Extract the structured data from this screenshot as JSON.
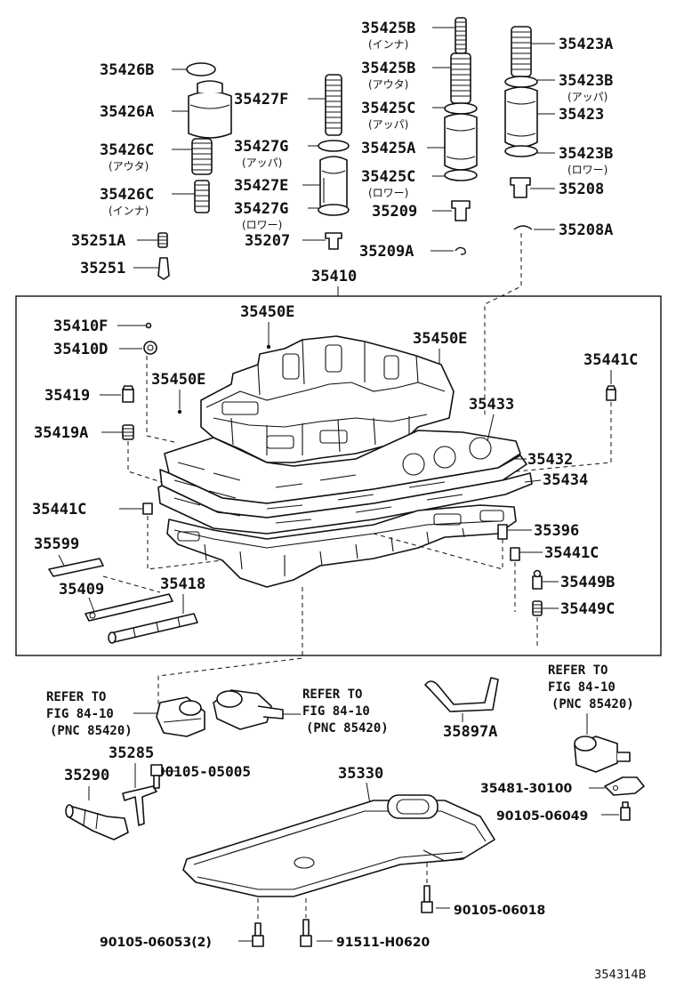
{
  "labels": {
    "p35426B": "35426B",
    "p35426A": "35426A",
    "p35426C1": "35426C",
    "p35426C1_sub": "(アウタ)",
    "p35426C2": "35426C",
    "p35426C2_sub": "(インナ)",
    "p35251A": "35251A",
    "p35251": "35251",
    "p35427F": "35427F",
    "p35427G1": "35427G",
    "p35427G1_sub": "(アッパ)",
    "p35427E": "35427E",
    "p35427G2": "35427G",
    "p35427G2_sub": "(ロワー)",
    "p35207": "35207",
    "p35425B1": "35425B",
    "p35425B1_sub": "(インナ)",
    "p35425B2": "35425B",
    "p35425B2_sub": "(アウタ)",
    "p35425C1": "35425C",
    "p35425C1_sub": "(アッパ)",
    "p35425A": "35425A",
    "p35425C2": "35425C",
    "p35425C2_sub": "(ロワー)",
    "p35209": "35209",
    "p35209A": "35209A",
    "p35423A": "35423A",
    "p35423B1": "35423B",
    "p35423B1_sub": "(アッパ)",
    "p35423": "35423",
    "p35423B2": "35423B",
    "p35423B2_sub": "(ロワー)",
    "p35208": "35208",
    "p35208A": "35208A",
    "p35410": "35410",
    "p35410F": "35410F",
    "p35410D": "35410D",
    "p35450E1": "35450E",
    "p35450E2": "35450E",
    "p35450E3": "35450E",
    "p35441C1": "35441C",
    "p35419": "35419",
    "p35419A": "35419A",
    "p35433": "35433",
    "p35432": "35432",
    "p35434": "35434",
    "p35441C2": "35441C",
    "p35396": "35396",
    "p35441C3": "35441C",
    "p35599": "35599",
    "p35409": "35409",
    "p35418": "35418",
    "p35449B": "35449B",
    "p35449C": "35449C",
    "p35897A": "35897A",
    "p35285": "35285",
    "p35290": "35290",
    "p90105_05005": "90105-05005",
    "p35330": "35330",
    "p35481_30100": "35481-30100",
    "p90105_06049": "90105-06049",
    "p90105_06018": "90105-06018",
    "p90105_06053": "90105-06053(2)",
    "p91511_H0620": "91511-H0620",
    "diagram_code": "354314B"
  },
  "refs": {
    "left": {
      "line1": "REFER TO",
      "line2": "FIG 84-10",
      "line3": "(PNC 85420)"
    },
    "middle": {
      "line1": "REFER TO",
      "line2": "FIG 84-10",
      "line3": "(PNC 85420)"
    },
    "right": {
      "line1": "REFER TO",
      "line2": "FIG 84-10",
      "line3": "(PNC 85420)"
    }
  }
}
